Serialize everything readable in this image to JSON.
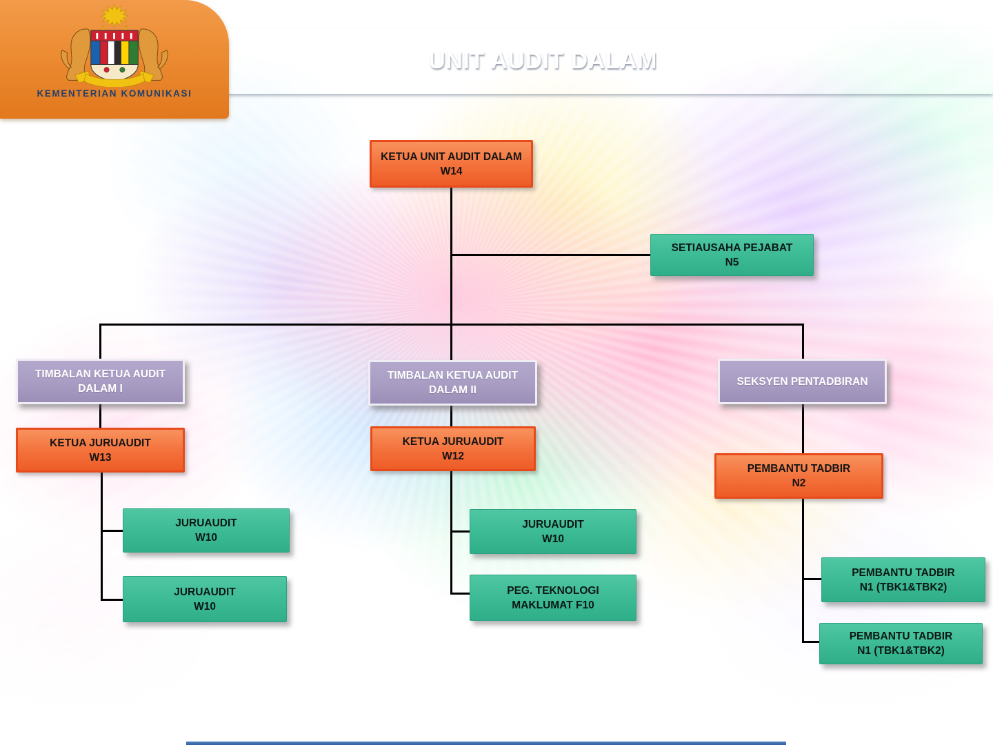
{
  "header": {
    "ministry": "KEMENTERIAN KOMUNIKASI",
    "title": "UNIT AUDIT DALAM"
  },
  "org": {
    "root": {
      "line1": "KETUA UNIT AUDIT DALAM",
      "line2": "W14"
    },
    "secretary": {
      "line1": "SETIAUSAHA PEJABAT",
      "line2": "N5"
    },
    "branches": [
      {
        "head": {
          "line1": "TIMBALAN KETUA AUDIT DALAM I"
        },
        "officer": {
          "line1": "KETUA JURUAUDIT",
          "line2": "W13"
        },
        "staff": [
          {
            "line1": "JURUAUDIT",
            "line2": "W10"
          },
          {
            "line1": "JURUAUDIT",
            "line2": "W10"
          }
        ]
      },
      {
        "head": {
          "line1": "TIMBALAN KETUA AUDIT DALAM II"
        },
        "officer": {
          "line1": "KETUA JURUAUDIT",
          "line2": "W12"
        },
        "staff": [
          {
            "line1": "JURUAUDIT",
            "line2": "W10"
          },
          {
            "line1": "PEG. TEKNOLOGI",
            "line2": "MAKLUMAT F10"
          }
        ]
      },
      {
        "head": {
          "line1": "SEKSYEN PENTADBIRAN"
        },
        "officer": {
          "line1": "PEMBANTU TADBIR",
          "line2": "N2"
        },
        "staff": [
          {
            "line1": "PEMBANTU TADBIR",
            "line2": "N1 (TBK1&TBK2)"
          },
          {
            "line1": "PEMBANTU TADBIR",
            "line2": "N1 (TBK1&TBK2)"
          }
        ]
      }
    ]
  },
  "colors": {
    "banner_blue": "#3a6db4",
    "badge_orange": "#ec8c33",
    "box_orange": "#f3703a",
    "box_green": "#3cb993",
    "box_purple": "#a79cc2",
    "connector": "#000000"
  }
}
